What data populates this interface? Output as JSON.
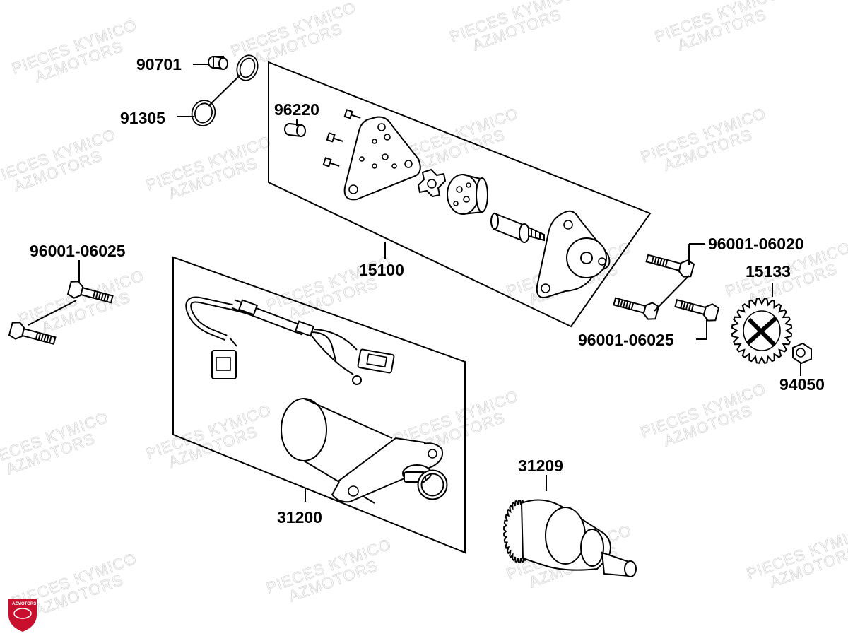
{
  "diagram": {
    "parts": [
      {
        "id": "p-90701",
        "ref": "90701"
      },
      {
        "id": "p-91305",
        "ref": "91305"
      },
      {
        "id": "p-96220",
        "ref": "96220"
      },
      {
        "id": "p-15100",
        "ref": "15100"
      },
      {
        "id": "p-96001-06025-left",
        "ref": "96001-06025"
      },
      {
        "id": "p-96001-06020",
        "ref": "96001-06020"
      },
      {
        "id": "p-15133",
        "ref": "15133"
      },
      {
        "id": "p-96001-06025-right",
        "ref": "96001-06025"
      },
      {
        "id": "p-94050",
        "ref": "94050"
      },
      {
        "id": "p-31200",
        "ref": "31200"
      },
      {
        "id": "p-31209",
        "ref": "31209"
      }
    ],
    "watermark": {
      "line1": "PIECES KYMICO",
      "line2": "AZMOTORS"
    },
    "logo": {
      "text": "AZMOTORS",
      "color": "#c8102e"
    }
  }
}
